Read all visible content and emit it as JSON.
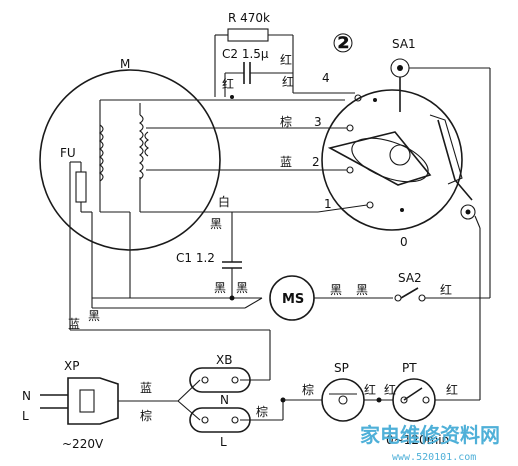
{
  "labels": {
    "resistor": "R 470k",
    "capacitor_c2": "C2 1.5μ",
    "c2_left_wire": "红",
    "c2_right_wire": "红",
    "circle_number": "②",
    "switch_sa1": "SA1",
    "motor": "M",
    "fuse": "FU",
    "tap4": "4",
    "tap3": "3",
    "tap2": "2",
    "tap1": "1",
    "tap0": "0",
    "wire_red_4": "红",
    "wire_brown_3": "棕",
    "wire_blue_2": "蓝",
    "wire_white": "白",
    "wire_black_upper": "黑",
    "capacitor_c1": "C1 1.2",
    "wire_black_left": "黑",
    "wire_black_right": "黑",
    "wire_black_fu": "黑",
    "wire_blue_fu": "蓝",
    "sync_motor": "MS",
    "ms_black_1": "黑",
    "ms_black_2": "黑",
    "switch_sa2": "SA2",
    "sa2_red": "红",
    "plug": "XP",
    "plug_n": "N",
    "plug_l": "L",
    "voltage": "~220V",
    "wire_blue_plug": "蓝",
    "wire_brown_plug": "棕",
    "terminal_xb": "XB",
    "terminal_n": "N",
    "terminal_l": "L",
    "wire_brown_l": "棕",
    "sp": "SP",
    "pt": "PT",
    "sp_brown": "棕",
    "sp_red": "红",
    "pt_red_left": "红",
    "pt_red_right": "红",
    "timer_range": "0~120min",
    "watermark": "家电维修资料网",
    "watermark_url": "www.520101.com"
  }
}
